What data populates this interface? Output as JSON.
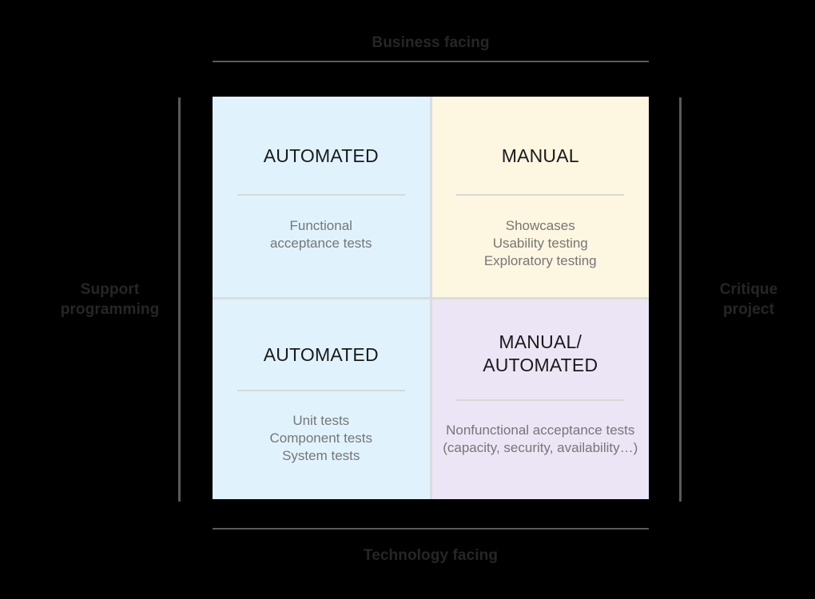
{
  "axes": {
    "top": "Business facing",
    "bottom": "Technology facing",
    "left": "Support\nprogramming",
    "right": "Critique\nproject"
  },
  "colors": {
    "background": "#000000",
    "quadrant_blue": "#e0f3fd",
    "quadrant_cream": "#fdf6e0",
    "quadrant_lavender": "#ece5f6",
    "grid_gap": "#dcdcdc",
    "axis_rule": "#5a5a5a",
    "title_text": "#1a1a1a",
    "body_text": "#767676",
    "axis_label_text": "#262626",
    "divider": "#d8d8d8"
  },
  "quadrants": [
    {
      "position": "top-left",
      "title": "AUTOMATED",
      "body": "Functional\nacceptance tests",
      "background": "#e0f3fd"
    },
    {
      "position": "top-right",
      "title": "MANUAL",
      "body": "Showcases\nUsability testing\nExploratory testing",
      "background": "#fdf6e0"
    },
    {
      "position": "bottom-left",
      "title": "AUTOMATED",
      "body": "Unit tests\nComponent tests\nSystem tests",
      "background": "#e0f3fd"
    },
    {
      "position": "bottom-right",
      "title": "MANUAL/\nAUTOMATED",
      "body": "Nonfunctional acceptance tests (capacity, security, availability…)",
      "background": "#ece5f6"
    }
  ]
}
